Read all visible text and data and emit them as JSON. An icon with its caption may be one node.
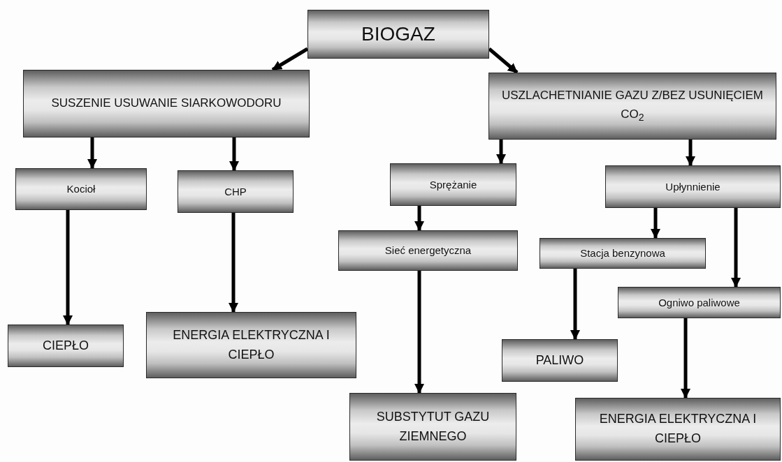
{
  "diagram": {
    "nodes": [
      {
        "text": [
          "BIOGAZ"
        ]
      },
      {
        "text": [
          "SUSZENIE USUWANIE SIARKOWODORU"
        ]
      },
      {
        "text": [
          "USZLACHETNIANIE GAZU Z/BEZ USUNIĘCIEM CO$_{2}$"
        ]
      },
      {
        "text": [
          "Kocioł"
        ]
      },
      {
        "text": [
          "CHP"
        ]
      },
      {
        "text": [
          "Sprężanie"
        ]
      },
      {
        "text": [
          "Upłynnienie"
        ]
      },
      {
        "text": [
          "Sieć energetyczna"
        ]
      },
      {
        "text": [
          "Stacja benzynowa"
        ]
      },
      {
        "text": [
          "Ogniwo paliwowe"
        ]
      },
      {
        "text": [
          "CIEPŁO"
        ]
      },
      {
        "text": [
          "ENERGIA ELEKTRYCZNA I CIEPŁO"
        ]
      },
      {
        "text": [
          "SUBSTYTUT GAZU ZIEMNEGO"
        ]
      },
      {
        "text": [
          "PALIWO"
        ]
      },
      {
        "text": [
          "ENERGIA ELEKTRYCZNA I CIEPŁO"
        ]
      }
    ],
    "edges": [
      {
        "from": 0,
        "to": 1,
        "arrow": "to"
      },
      {
        "from": 0,
        "to": 2,
        "arrow": "to"
      },
      {
        "from": 1,
        "to": 3,
        "arrow": "to"
      },
      {
        "from": 1,
        "to": 4,
        "arrow": "to"
      },
      {
        "from": 2,
        "to": 5,
        "arrow": "to"
      },
      {
        "from": 2,
        "to": 6,
        "arrow": "to"
      },
      {
        "from": 3,
        "to": 10,
        "arrow": "to"
      },
      {
        "from": 4,
        "to": 11,
        "arrow": "to"
      },
      {
        "from": 5,
        "to": 7,
        "arrow": "to"
      },
      {
        "from": 6,
        "to": 8,
        "arrow": "to"
      },
      {
        "from": 6,
        "to": 9,
        "arrow": "to"
      },
      {
        "from": 7,
        "to": 12,
        "arrow": "to"
      },
      {
        "from": 8,
        "to": 13,
        "arrow": "to"
      },
      {
        "from": 9,
        "to": 14,
        "arrow": "to"
      }
    ]
  }
}
